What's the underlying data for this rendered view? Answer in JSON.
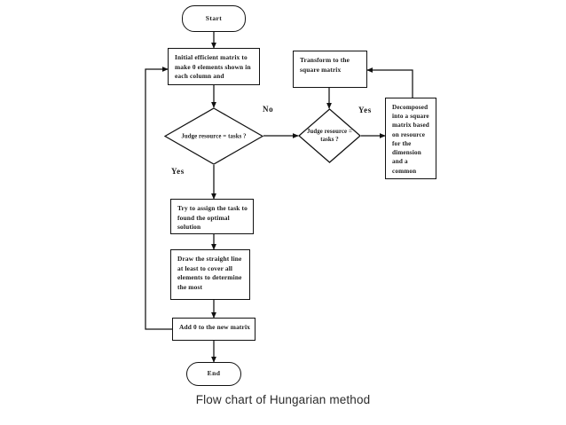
{
  "diagram": {
    "caption": "Flow chart of Hungarian method",
    "type": "flowchart",
    "stroke_color": "#111111",
    "background_color": "#ffffff",
    "nodes": [
      {
        "id": "start",
        "shape": "terminator",
        "label": "Start"
      },
      {
        "id": "initial",
        "shape": "process",
        "label": "Initial efficient matrix to make 0 elements shown in each column and"
      },
      {
        "id": "transform",
        "shape": "process",
        "label": "Transform to the square matrix"
      },
      {
        "id": "judge1",
        "shape": "decision",
        "label": "Judge resource = tasks ?"
      },
      {
        "id": "judge2",
        "shape": "decision",
        "label": "Judge resource = tasks ?"
      },
      {
        "id": "decompose",
        "shape": "process",
        "label": "Decomposed into a square matrix based on resource for the dimension and a common"
      },
      {
        "id": "assign",
        "shape": "process",
        "label": "Try to assign the task to found the optimal solution"
      },
      {
        "id": "drawline",
        "shape": "process",
        "label": "Draw the straight line at least to cover all elements to determine the most"
      },
      {
        "id": "addzero",
        "shape": "process",
        "label": "Add 0 to the new matrix"
      },
      {
        "id": "end",
        "shape": "terminator",
        "label": "End"
      }
    ],
    "edge_labels": {
      "judge1_yes": "Yes",
      "judge1_no": "No",
      "judge2_yes": "Yes"
    }
  }
}
